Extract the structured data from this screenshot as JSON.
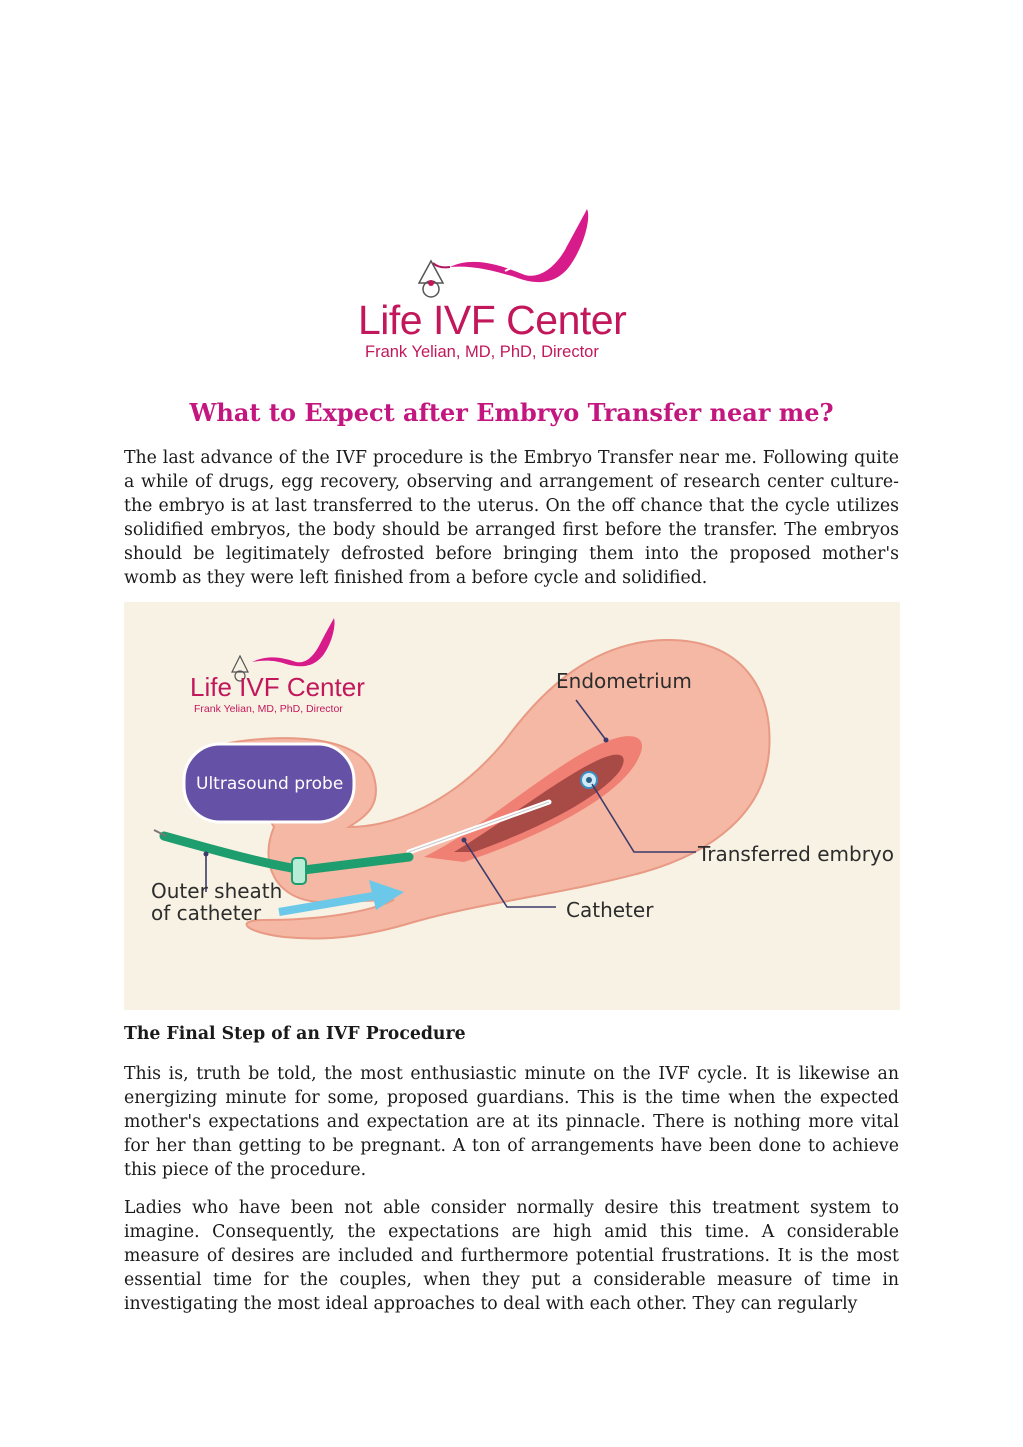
{
  "logo": {
    "name": "Life IVF Center",
    "subtitle": "Frank Yelian, MD, PhD, Director",
    "color": "#c2185b"
  },
  "heading": "What to Expect after Embryo Transfer near me?",
  "intro": "The last advance of the IVF procedure is the Embryo Transfer near me. Following quite a while of drugs, egg recovery, observing and arrangement of research center culture-the embryo is at last transferred to the uterus. On the off chance that the cycle utilizes solidified embryos, the body should be arranged first before the transfer. The embryos should be legitimately defrosted before bringing them into the proposed mother's womb as they were left finished from a before cycle and solidified.",
  "diagram": {
    "logo_name": "Life IVF Center",
    "logo_subtitle": "Frank Yelian, MD, PhD, Director",
    "labels": {
      "probe": "Ultrasound probe",
      "endometrium": "Endometrium",
      "embryo": "Transferred embryo",
      "catheter": "Catheter",
      "sheath": "Outer sheath\nof catheter"
    }
  },
  "section": {
    "title": "The Final Step of an IVF Procedure",
    "paragraphs": [
      "This is, truth be told, the most enthusiastic minute on the IVF cycle. It is likewise an energizing minute for some, proposed guardians. This is the time when the expected mother's expectations and expectation are at its pinnacle. There is nothing more vital for her than getting to be pregnant. A ton of arrangements have been done to achieve this piece of the procedure.",
      "Ladies who have been not able consider normally desire this treatment system to imagine. Consequently, the expectations are high amid this time. A considerable measure of desires are included and furthermore potential frustrations. It is the most essential time for the couples, when they put a considerable measure of time in investigating the most ideal approaches to deal with each other. They can regularly"
    ]
  }
}
